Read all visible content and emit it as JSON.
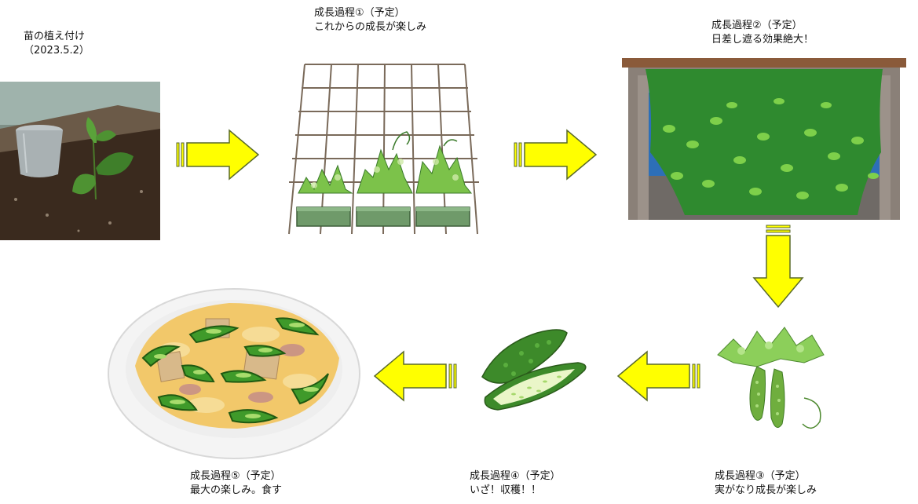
{
  "steps": {
    "step0": {
      "line1": "苗の植え付け",
      "line2": "（2023.5.2）"
    },
    "step1": {
      "line1": "成長過程①（予定）",
      "line2": "これからの成長が楽しみ"
    },
    "step2": {
      "line1": "成長過程②（予定）",
      "line2": "日差し遮る効果絶大！"
    },
    "step3": {
      "line1": "成長過程③（予定）",
      "line2": "実がなり成長が楽しみ"
    },
    "step4": {
      "line1": "成長過程④（予定）",
      "line2": "いざ！収穫！！"
    },
    "step5": {
      "line1": "成長過程⑤（予定）",
      "line2": "最大の楽しみ。食す"
    }
  },
  "colors": {
    "arrow_fill": "#ffff00",
    "arrow_stroke": "#5a6a2a",
    "leaf": "#6fc23b",
    "leaf_dark": "#2e7d1f",
    "pot": "#6f9a6a",
    "curtain_bg": "#2f8a2f",
    "wall": "#8a8078",
    "sky": "#2d6fb8",
    "beam": "#8a5a3a",
    "soil": "#3a2a1e"
  }
}
